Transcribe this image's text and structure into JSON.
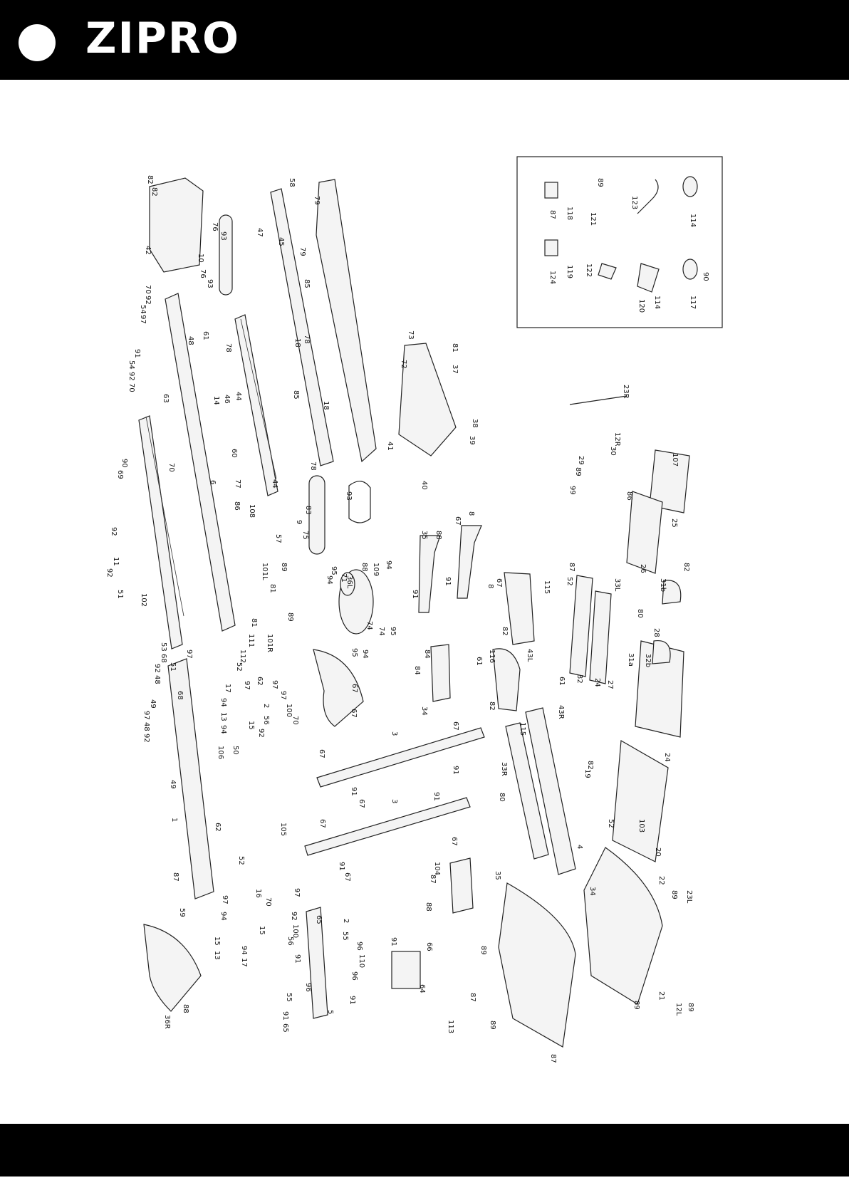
{
  "header": {
    "brand": "ZIPRO"
  },
  "parts_diagram": {
    "callouts": [
      "82",
      "82",
      "42",
      "76",
      "93",
      "10",
      "76",
      "93",
      "70",
      "92",
      "54",
      "97",
      "91",
      "54",
      "92",
      "70",
      "63",
      "48",
      "61",
      "58",
      "79",
      "47",
      "45",
      "79",
      "85",
      "78",
      "18",
      "85",
      "18",
      "78",
      "78",
      "44",
      "46",
      "14",
      "60",
      "77",
      "6",
      "86",
      "108",
      "90",
      "69",
      "92",
      "11",
      "92",
      "70",
      "44",
      "51",
      "51",
      "102",
      "83",
      "9",
      "75",
      "93",
      "57",
      "89",
      "101L",
      "81",
      "89",
      "101R",
      "81",
      "111",
      "112",
      "52",
      "53",
      "68",
      "92",
      "48",
      "97",
      "49",
      "97",
      "48",
      "92",
      "68",
      "49",
      "1",
      "62",
      "52",
      "106",
      "50",
      "87",
      "59",
      "62",
      "97",
      "17",
      "94",
      "13",
      "15",
      "94",
      "97",
      "97",
      "100",
      "2",
      "56",
      "92",
      "70",
      "16",
      "97",
      "94",
      "15",
      "13",
      "94",
      "17",
      "97",
      "70",
      "92",
      "15",
      "56",
      "100",
      "2",
      "65",
      "55",
      "91",
      "96",
      "91",
      "110",
      "96",
      "91",
      "64",
      "66",
      "96",
      "55",
      "91",
      "65",
      "5",
      "36R",
      "88",
      "113",
      "3",
      "67",
      "91",
      "67",
      "3",
      "91",
      "67",
      "105",
      "67",
      "91",
      "67",
      "67",
      "91",
      "67",
      "67",
      "36L",
      "88",
      "109",
      "94",
      "95",
      "71",
      "94",
      "95",
      "74",
      "74",
      "95",
      "94",
      "73",
      "72",
      "81",
      "37",
      "38",
      "39",
      "41",
      "40",
      "84",
      "84",
      "34",
      "35",
      "88",
      "91",
      "67",
      "8",
      "91",
      "67",
      "8",
      "82",
      "115",
      "43L",
      "116",
      "61",
      "82",
      "115",
      "43R",
      "61",
      "33R",
      "80",
      "4",
      "104",
      "87",
      "88",
      "35",
      "34",
      "89",
      "87",
      "89",
      "87",
      "22",
      "89",
      "21",
      "89",
      "23L",
      "12L",
      "89",
      "23R",
      "12R",
      "30",
      "29",
      "89",
      "99",
      "107",
      "86",
      "25",
      "26",
      "82",
      "87",
      "52",
      "33L",
      "80",
      "31b",
      "31a",
      "24",
      "32",
      "27",
      "28",
      "32b",
      "24",
      "19",
      "82",
      "103",
      "52",
      "20",
      "89",
      "87",
      "118",
      "123",
      "114",
      "121",
      "124",
      "119",
      "122",
      "114",
      "120",
      "117",
      "90",
      "124",
      "90"
    ]
  }
}
